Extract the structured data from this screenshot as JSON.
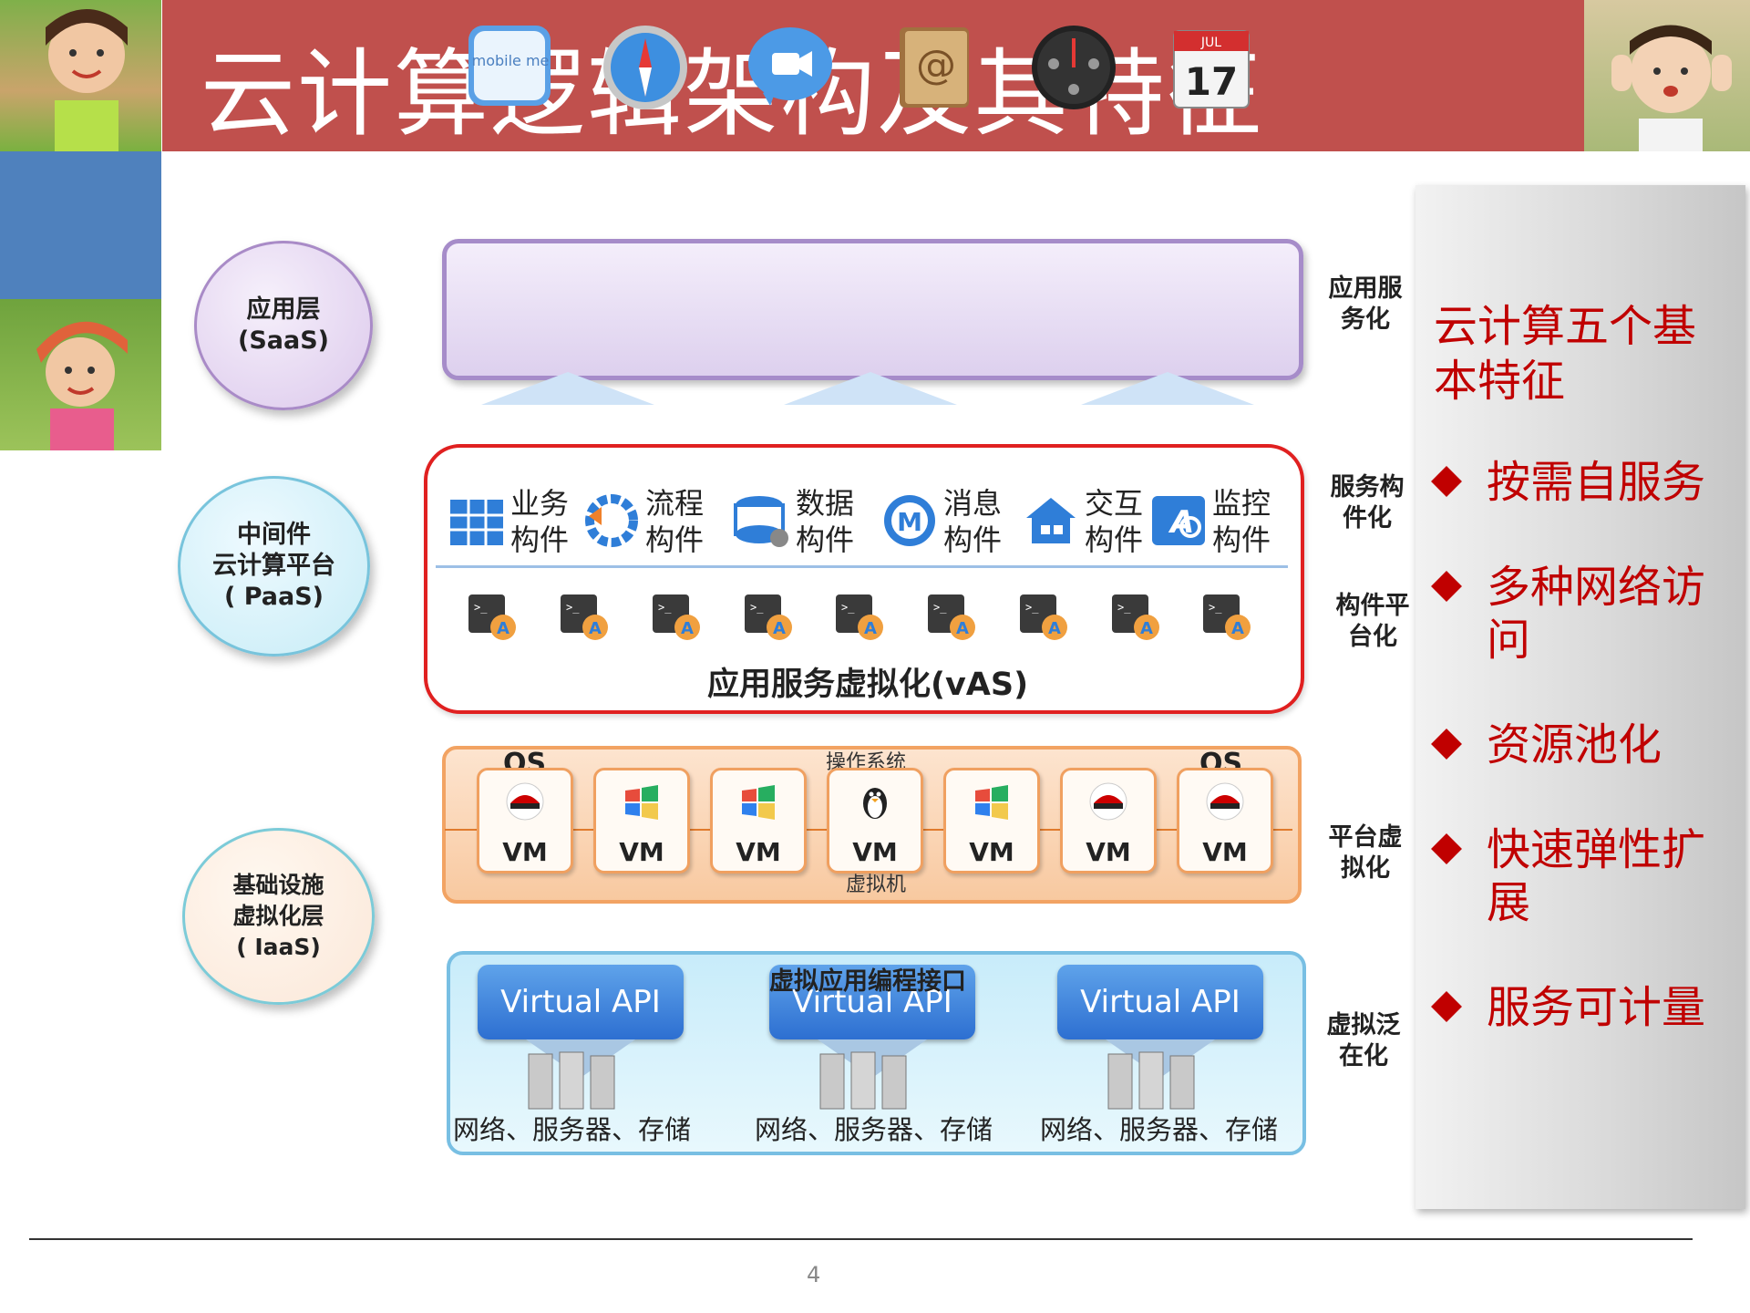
{
  "title": "云计算逻辑架构及其特征",
  "layers": {
    "saas": "应用层\n(SaaS)",
    "paas": "中间件\n云计算平台\n( PaaS)",
    "iaas": "基础设施\n虚拟化层\n( IaaS)"
  },
  "saas_apps": [
    "mobileme-icon",
    "safari-compass-icon",
    "video-chat-icon",
    "address-book-icon",
    "dashboard-icon",
    "calendar-icon"
  ],
  "saas_app_text": {
    "mobileme": "mobile me",
    "calendar_month": "JUL",
    "calendar_day": "17"
  },
  "components": [
    {
      "label": "业务\n构件",
      "icon": "cube-grid-icon"
    },
    {
      "label": "流程\n构件",
      "icon": "cycle-icon"
    },
    {
      "label": "数据\n构件",
      "icon": "database-icon"
    },
    {
      "label": "消息\n构件",
      "icon": "message-icon"
    },
    {
      "label": "交互\n构件",
      "icon": "house-icon"
    },
    {
      "label": "监控\n构件",
      "icon": "monitor-gear-icon"
    }
  ],
  "vas_label": "应用服务虚拟化(vAS)",
  "os_label_left": "OS",
  "os_label_right": "OS",
  "os_system_label": "操作系统",
  "vm_caption": "虚拟机",
  "vms": [
    {
      "label": "VM",
      "logo": "redhat-icon"
    },
    {
      "label": "VM",
      "logo": "windows-icon"
    },
    {
      "label": "VM",
      "logo": "windows-icon"
    },
    {
      "label": "VM",
      "logo": "linux-penguin-icon"
    },
    {
      "label": "VM",
      "logo": "windows-icon"
    },
    {
      "label": "VM",
      "logo": "redhat-icon"
    },
    {
      "label": "VM",
      "logo": "redhat-icon"
    }
  ],
  "api_caption": "虚拟应用编程接口",
  "api_boxes": [
    "Virtual API",
    "Virtual API",
    "Virtual API"
  ],
  "resource_labels": [
    "网络、服务器、存储",
    "网络、服务器、存储",
    "网络、服务器、存储"
  ],
  "side_labels": {
    "app_service": "应用服\n务化",
    "service_component": "服务构\n件化",
    "component_platform": "构件平\n台化",
    "platform_virtual": "平台虚\n拟化",
    "virtual_general": "虚拟泛\n在化"
  },
  "features": {
    "heading": "云计算五个基本特征",
    "items": [
      "按需自服务",
      "多种网络访问",
      "资源池化",
      "快速弹性扩展",
      "服务可计量"
    ]
  },
  "page_number": "4",
  "colors": {
    "title_bar": "#c0504d",
    "feature_text": "#c00000",
    "accent_blue": "#4f81bd"
  }
}
